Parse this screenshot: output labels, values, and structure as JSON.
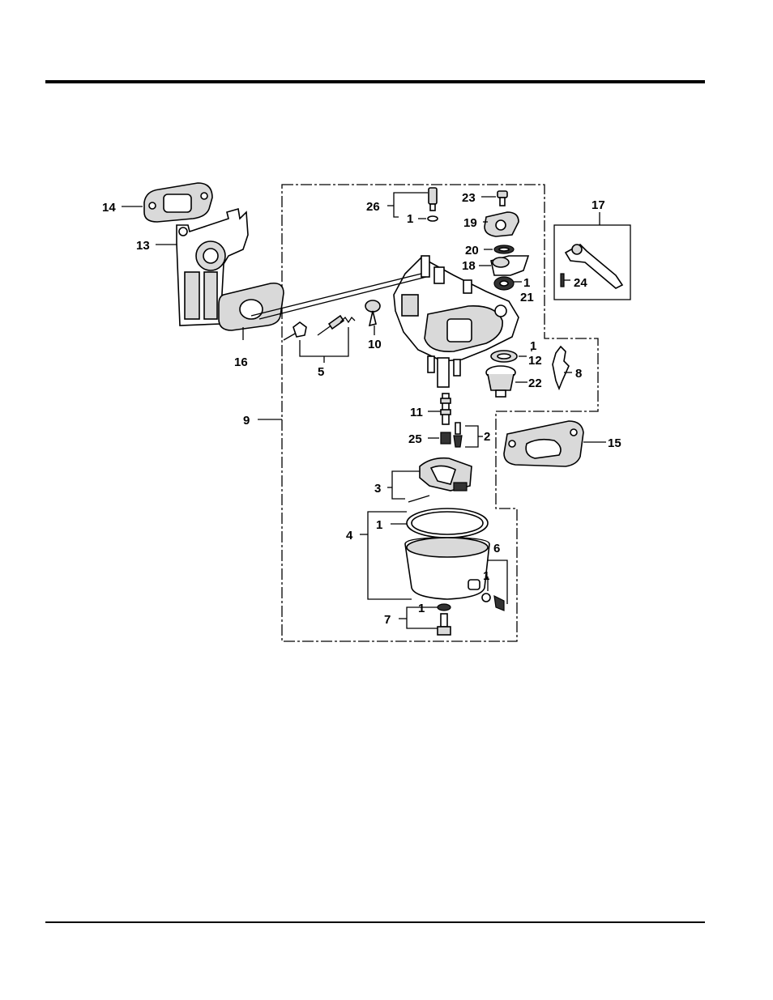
{
  "labels": {
    "l1a": "1",
    "l1b": "1",
    "l1c": "1",
    "l1d": "1",
    "l1e": "1",
    "l1f": "1",
    "l2": "2",
    "l3": "3",
    "l4": "4",
    "l5": "5",
    "l6": "6",
    "l7": "7",
    "l8": "8",
    "l9": "9",
    "l10": "10",
    "l11": "11",
    "l12": "12",
    "l13": "13",
    "l14": "14",
    "l15": "15",
    "l16": "16",
    "l17": "17",
    "l18": "18",
    "l19": "19",
    "l20": "20",
    "l21": "21",
    "l22": "22",
    "l23": "23",
    "l24": "24",
    "l25": "25",
    "l26": "26"
  }
}
